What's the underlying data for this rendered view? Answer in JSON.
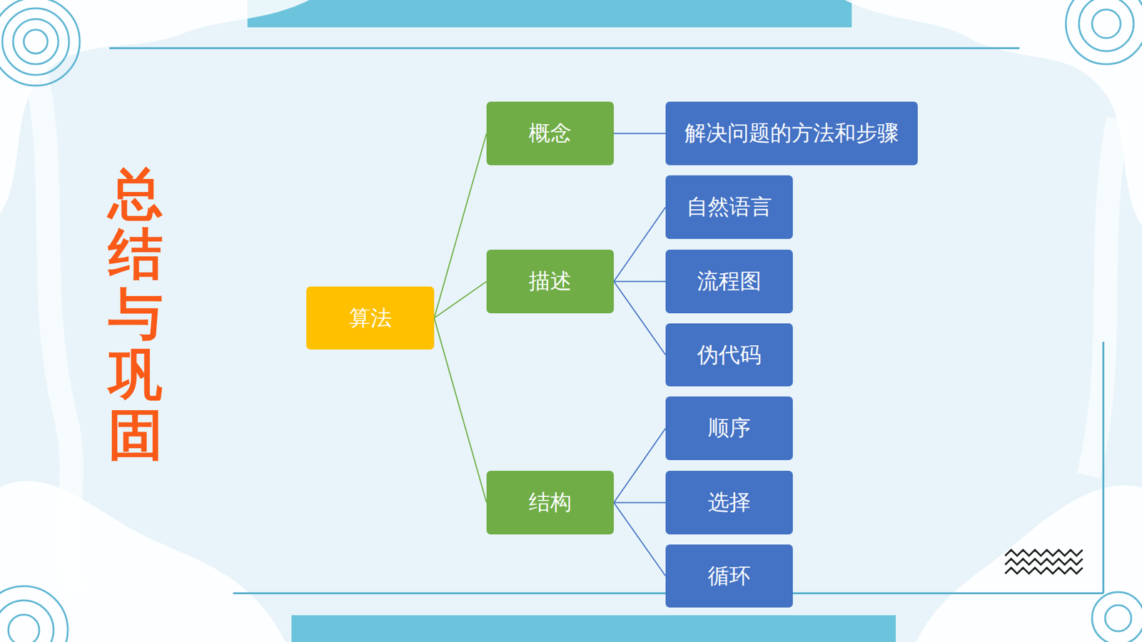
{
  "diagram": {
    "title": "总结与巩固",
    "nodes": [
      {
        "text": [
          "算法"
        ]
      },
      {
        "text": [
          "概念"
        ]
      },
      {
        "text": [
          "解决问题的方法和步骤"
        ]
      },
      {
        "text": [
          "描述"
        ]
      },
      {
        "text": [
          "自然语言"
        ]
      },
      {
        "text": [
          "流程图"
        ]
      },
      {
        "text": [
          "伪代码"
        ]
      },
      {
        "text": [
          "结构"
        ]
      },
      {
        "text": [
          "顺序"
        ]
      },
      {
        "text": [
          "选择"
        ]
      },
      {
        "text": [
          "循环"
        ]
      }
    ],
    "edges": [
      {
        "from": 0,
        "to": 1,
        "arrow": "none"
      },
      {
        "from": 0,
        "to": 3,
        "arrow": "none"
      },
      {
        "from": 0,
        "to": 7,
        "arrow": "none"
      },
      {
        "from": 1,
        "to": 2,
        "arrow": "none"
      },
      {
        "from": 3,
        "to": 4,
        "arrow": "none"
      },
      {
        "from": 3,
        "to": 5,
        "arrow": "none"
      },
      {
        "from": 3,
        "to": 6,
        "arrow": "none"
      },
      {
        "from": 7,
        "to": 8,
        "arrow": "none"
      },
      {
        "from": 7,
        "to": 9,
        "arrow": "none"
      },
      {
        "from": 7,
        "to": 10,
        "arrow": "none"
      }
    ]
  }
}
